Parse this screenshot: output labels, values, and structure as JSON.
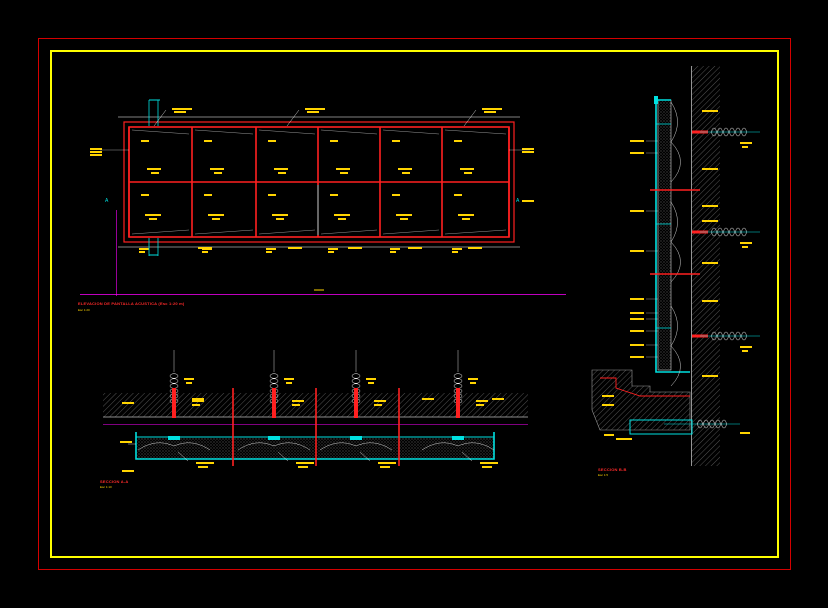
{
  "titles": {
    "elevation": "ELEVACION DE PANTALLA ACUSTICA (Esc 1:20 m)",
    "elevation_scale": "Esc 1:20",
    "section_aa": "SECCION A-A",
    "section_aa_scale": "Esc 1:10",
    "section_bb": "SECCION B-B",
    "section_bb_scale": "Esc 1:5",
    "axis_label": "A"
  },
  "colors": {
    "border_outer": "#d40000",
    "border_inner": "#ffff00",
    "panel_line": "#ff2020",
    "annotation": "#ffd400",
    "dimension": "#ff00ff",
    "steel": "#00e0e0",
    "hatch": "#9a9a9a"
  }
}
